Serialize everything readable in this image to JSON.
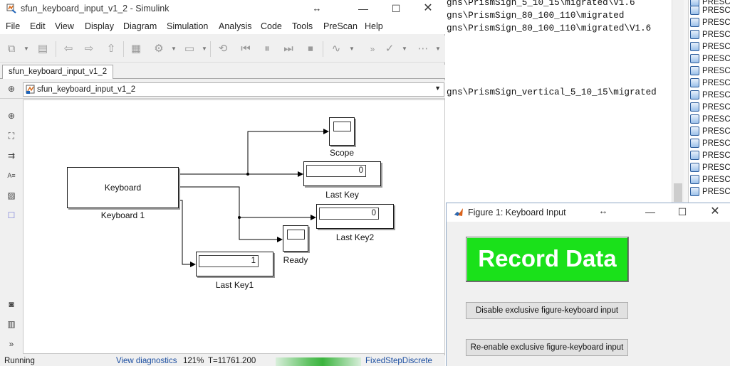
{
  "console": {
    "lines": [
      "gns\\PrismSign_5_10_15\\migrated\\V1.6",
      "gns\\PrismSign_80_100_110\\migrated",
      "gns\\PrismSign_80_100_110\\migrated\\V1.6",
      "gns\\PrismSign_vertical_5_10_15\\migrated"
    ],
    "prescan_items": [
      "PRESCA",
      "PRESCA",
      "PRESCA",
      "PRESCA",
      "PRESCA",
      "PRESCA",
      "PRESCA",
      "PRESCA",
      "PRESCA",
      "PRESCA",
      "PRESCA",
      "PRESCA",
      "PRESCA",
      "PRESCA",
      "PRESCA",
      "PRESCA",
      "PRESCA"
    ]
  },
  "simulink": {
    "title": "sfun_keyboard_input_v1_2 - Simulink",
    "menu": [
      "File",
      "Edit",
      "View",
      "Display",
      "Diagram",
      "Simulation",
      "Analysis",
      "Code",
      "Tools",
      "PreScan",
      "Help"
    ],
    "tab": "sfun_keyboard_input_v1_2",
    "address": "sfun_keyboard_input_v1_2",
    "blocks": {
      "keyboard_text": "Keyboard",
      "keyboard_label": "Keyboard 1",
      "scope_label": "Scope",
      "last_key_value": "0",
      "last_key_label": "Last Key",
      "last_key2_value": "0",
      "last_key2_label": "Last Key2",
      "ready_label": "Ready",
      "last_key1_value": "1",
      "last_key1_label": "Last Key1"
    },
    "status": {
      "state": "Running",
      "diagnostics": "View diagnostics",
      "zoom": "121%",
      "time": "T=11761.200",
      "solver": "FixedStepDiscrete"
    }
  },
  "figure": {
    "title": "Figure 1: Keyboard Input",
    "record_label": "Record Data",
    "record_color": "#1ae11a",
    "disable_label": "Disable exclusive figure-keyboard input",
    "reenable_label": "Re-enable exclusive figure-keyboard input"
  }
}
